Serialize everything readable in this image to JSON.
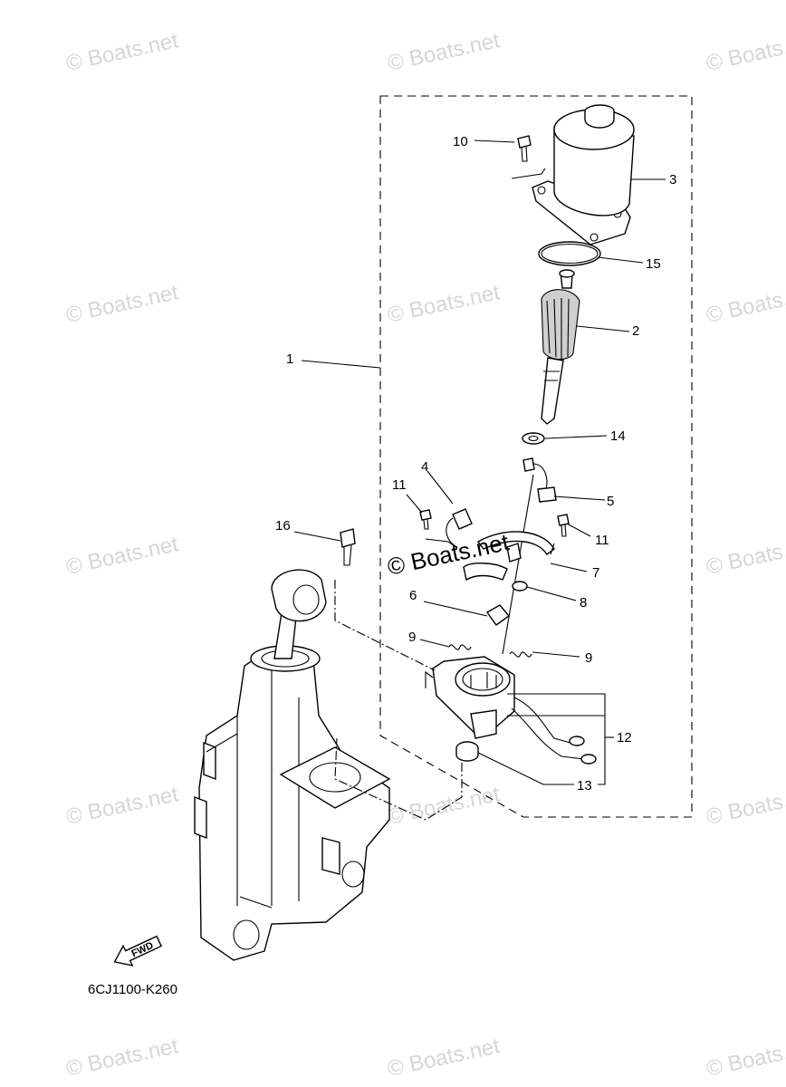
{
  "watermark": "© Boats.net",
  "diagram_code": "6CJ1100-K260",
  "fwd_label": "FWD",
  "callouts": {
    "c1": "1",
    "c2": "2",
    "c3": "3",
    "c4": "4",
    "c5": "5",
    "c6": "6",
    "c7": "7",
    "c8": "8",
    "c9a": "9",
    "c9b": "9",
    "c10": "10",
    "c11a": "11",
    "c11b": "11",
    "c12": "12",
    "c13": "13",
    "c14": "14",
    "c15": "15",
    "c16": "16"
  }
}
